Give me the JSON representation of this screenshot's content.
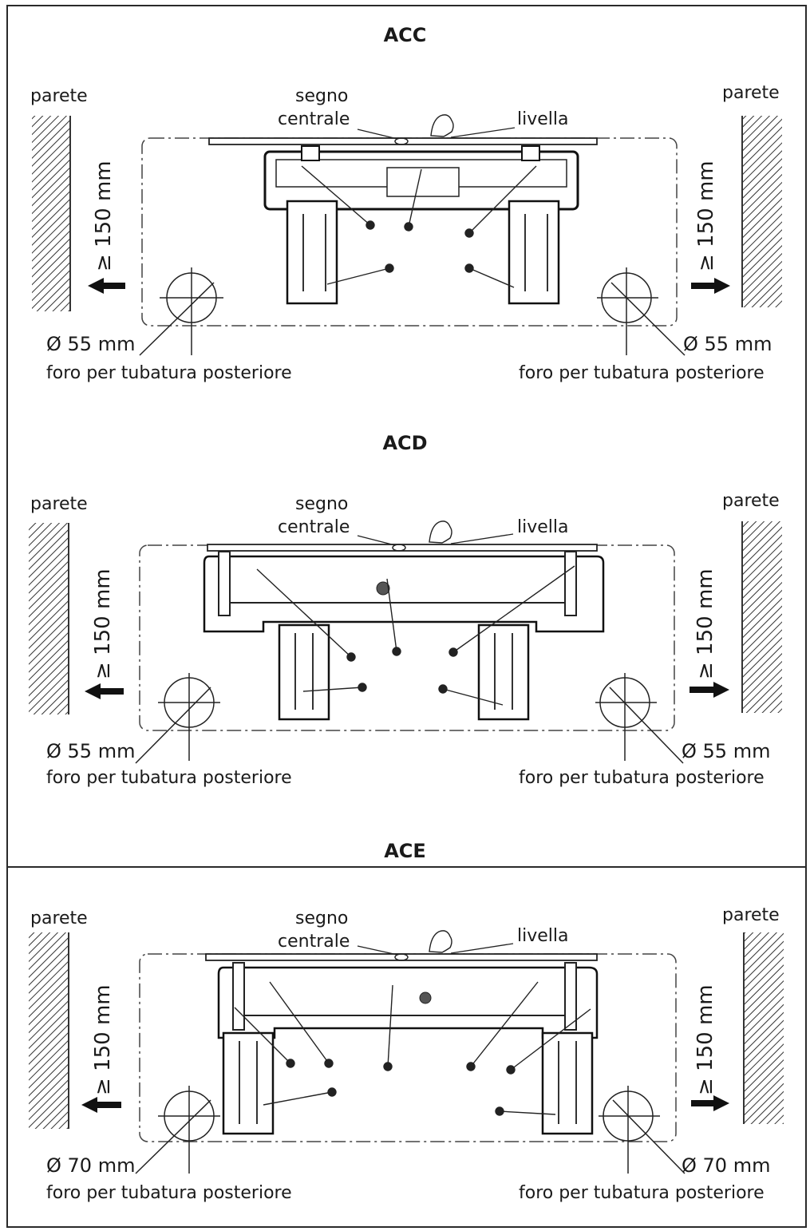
{
  "sections": [
    {
      "title": "ACC",
      "wall_left": "parete",
      "wall_right": "parete",
      "center_mark_line1": "segno",
      "center_mark_line2": "centrale",
      "level": "livella",
      "clearance_left": "≥ 150 mm",
      "clearance_right": "≥ 150 mm",
      "hole_diameter_left": "Ø 55 mm",
      "hole_diameter_right": "Ø 55 mm",
      "hole_label_left": "foro per tubatura posteriore",
      "hole_label_right": "foro per tubatura posteriore"
    },
    {
      "title": "ACD",
      "wall_left": "parete",
      "wall_right": "parete",
      "center_mark_line1": "segno",
      "center_mark_line2": "centrale",
      "level": "livella",
      "clearance_left": "≥ 150 mm",
      "clearance_right": "≥ 150 mm",
      "hole_diameter_left": "Ø 55 mm",
      "hole_diameter_right": "Ø 55 mm",
      "hole_label_left": "foro per tubatura posteriore",
      "hole_label_right": "foro per tubatura posteriore"
    },
    {
      "title": "ACE",
      "wall_left": "parete",
      "wall_right": "parete",
      "center_mark_line1": "segno",
      "center_mark_line2": "centrale",
      "level": "livella",
      "clearance_left": "≥ 150 mm",
      "clearance_right": "≥ 150 mm",
      "hole_diameter_left": "Ø 70 mm",
      "hole_diameter_right": "Ø 70 mm",
      "hole_label_left": "foro per tubatura posteriore",
      "hole_label_right": "foro per tubatura posteriore"
    }
  ]
}
